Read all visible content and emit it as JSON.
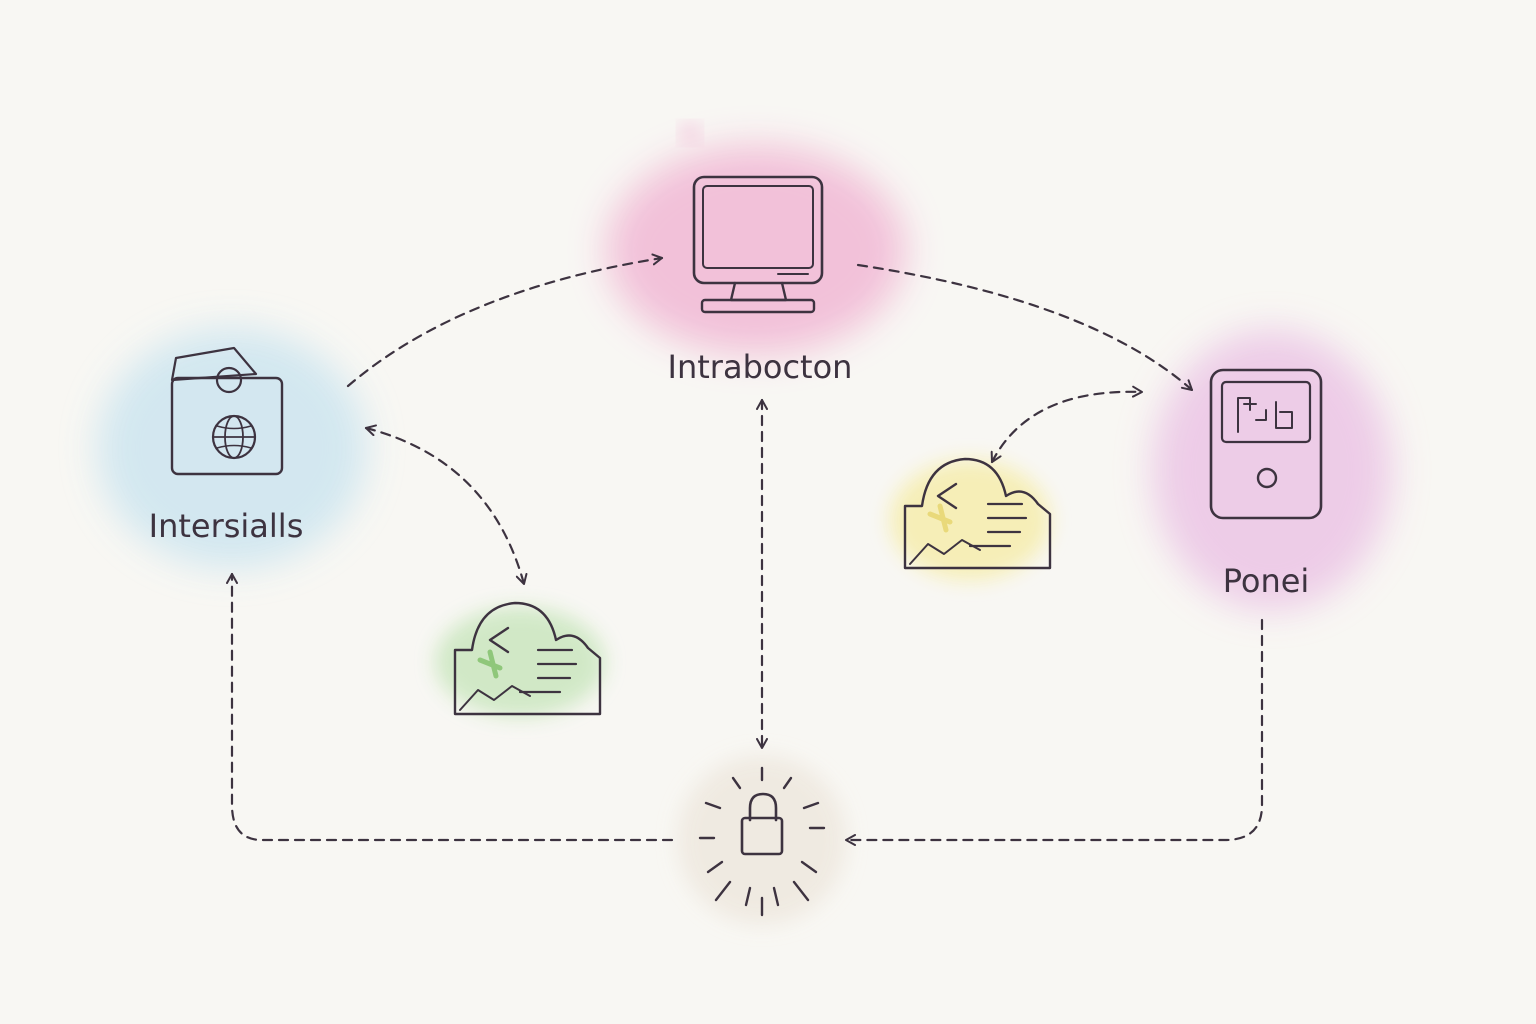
{
  "nodes": {
    "internals": {
      "label": "Intersialls"
    },
    "interaction": {
      "label": "Intrabocton"
    },
    "phone": {
      "label": "Ponei"
    }
  },
  "colors": {
    "ink": "#3d3340",
    "blue_wash": "#cfe6f0",
    "pink_wash": "#f2bfd8",
    "green_wash": "#cfe8c4",
    "yellow_wash": "#f6eeb4",
    "lavender_wash": "#ecc8e6",
    "beige_wash": "#efe9e0"
  },
  "icons": {
    "internals": "wallet-card-globe-icon",
    "interaction": "desktop-monitor-icon",
    "phone": "mobile-device-icon",
    "code_left": "code-cloud-icon",
    "code_right": "code-cloud-icon",
    "lock": "padlock-icon"
  }
}
